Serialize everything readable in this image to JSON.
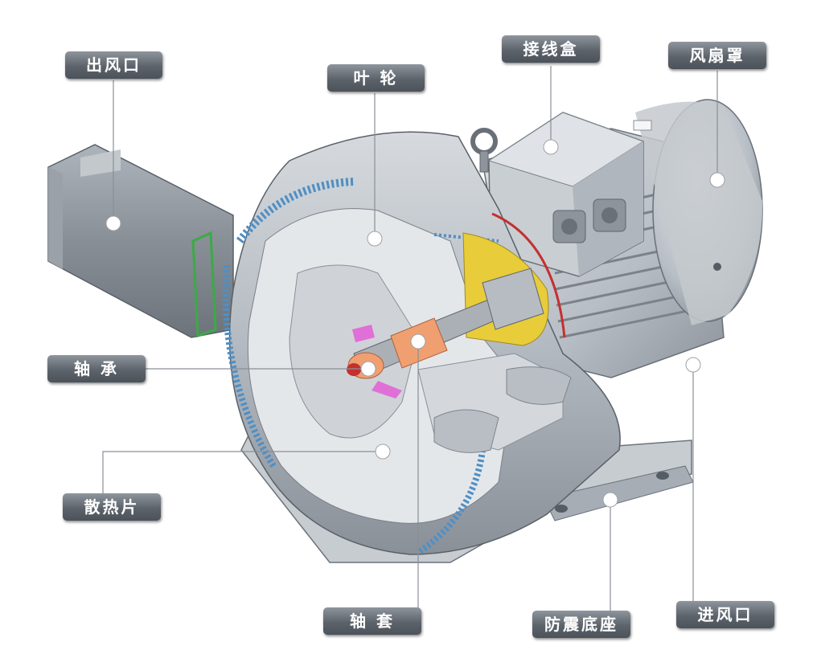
{
  "labels": {
    "outlet": "出风口",
    "impeller": "叶 轮",
    "junction_box": "接线盒",
    "fan_cover": "风扇罩",
    "bearing": "轴 承",
    "heat_sink": "散热片",
    "sleeve": "轴 套",
    "anti_vibration_base": "防震底座",
    "inlet": "进风口"
  },
  "colors": {
    "label_bg": "#5d636b",
    "body_metal": "#b9bfc6",
    "cut_face": "#e4e7ea",
    "impeller_blades": "#4f8fc4",
    "bearing": "#f0a070",
    "gear": "#e8cc3a",
    "seal_red": "#c43030",
    "seal_pink": "#e070d8",
    "gasket_green": "#3caa44"
  }
}
